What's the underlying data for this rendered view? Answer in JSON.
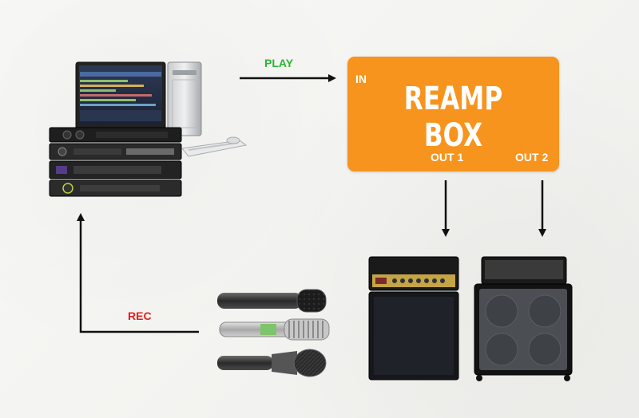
{
  "labels": {
    "play": "PLAY",
    "rec": "REC"
  },
  "reamp_box": {
    "title": "REAMP BOX",
    "input": "IN",
    "output_1": "OUT 1",
    "output_2": "OUT 2"
  },
  "colors": {
    "box": "#f7941d",
    "play": "#2bb534",
    "rec": "#e02020",
    "arrow": "#111111"
  },
  "icons": {
    "computer": "daw-workstation-icon",
    "microphones": "microphone-set-icon",
    "amp1": "guitar-amp-stack-icon",
    "amp2": "guitar-amp-cabinet-icon"
  }
}
